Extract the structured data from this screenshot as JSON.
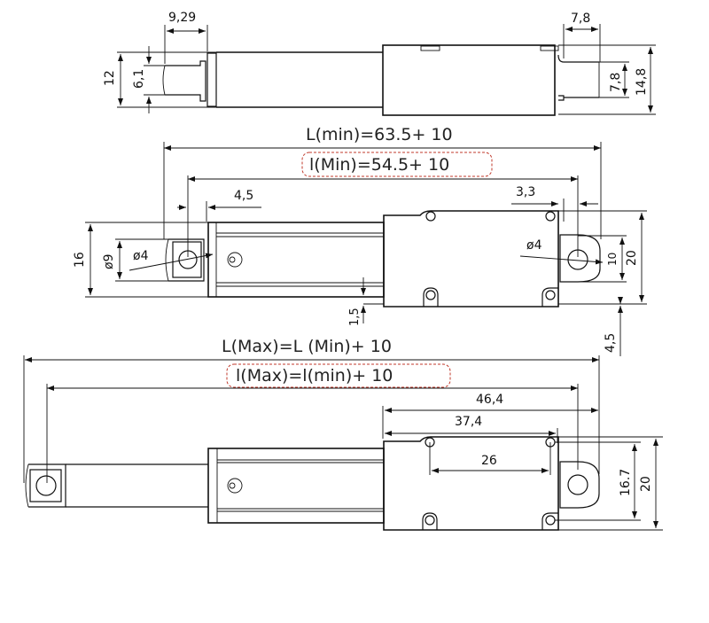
{
  "colors": {
    "line": "#111111",
    "highlight_border": "#c0392b",
    "background": "#ffffff"
  },
  "top_view": {
    "dims": {
      "rod_end_length": "9,29",
      "body_height": "12",
      "rod_end_height": "6,1",
      "rear_tab_width": "7,8",
      "rear_tab_height": "7,8",
      "total_height": "14,8"
    }
  },
  "retracted_view": {
    "formula_L": "L(min)=63.5+ 10",
    "formula_l": "l(Min)=54.5+ 10",
    "dims": {
      "front_hole_offset": "4,5",
      "rear_hole_offset": "3,3",
      "overall_height": "16",
      "rod_end_diameter": "ø9",
      "front_hole_diameter": "ø4",
      "rear_hole_diameter": "ø4",
      "rear_tab_height": "10",
      "gearbox_height": "20",
      "rail_offset": "1,5",
      "vertical_offset": "4,5"
    }
  },
  "extended_view": {
    "formula_L": "L(Max)=L (Min)+ 10",
    "formula_l": "l(Max)=l(min)+ 10",
    "dims": {
      "body_to_rear_edge": "46,4",
      "body_to_rear_hole": "37,4",
      "mount_hole_spacing": "26",
      "mount_hole_vertical": "16.7",
      "gearbox_height": "20"
    }
  }
}
